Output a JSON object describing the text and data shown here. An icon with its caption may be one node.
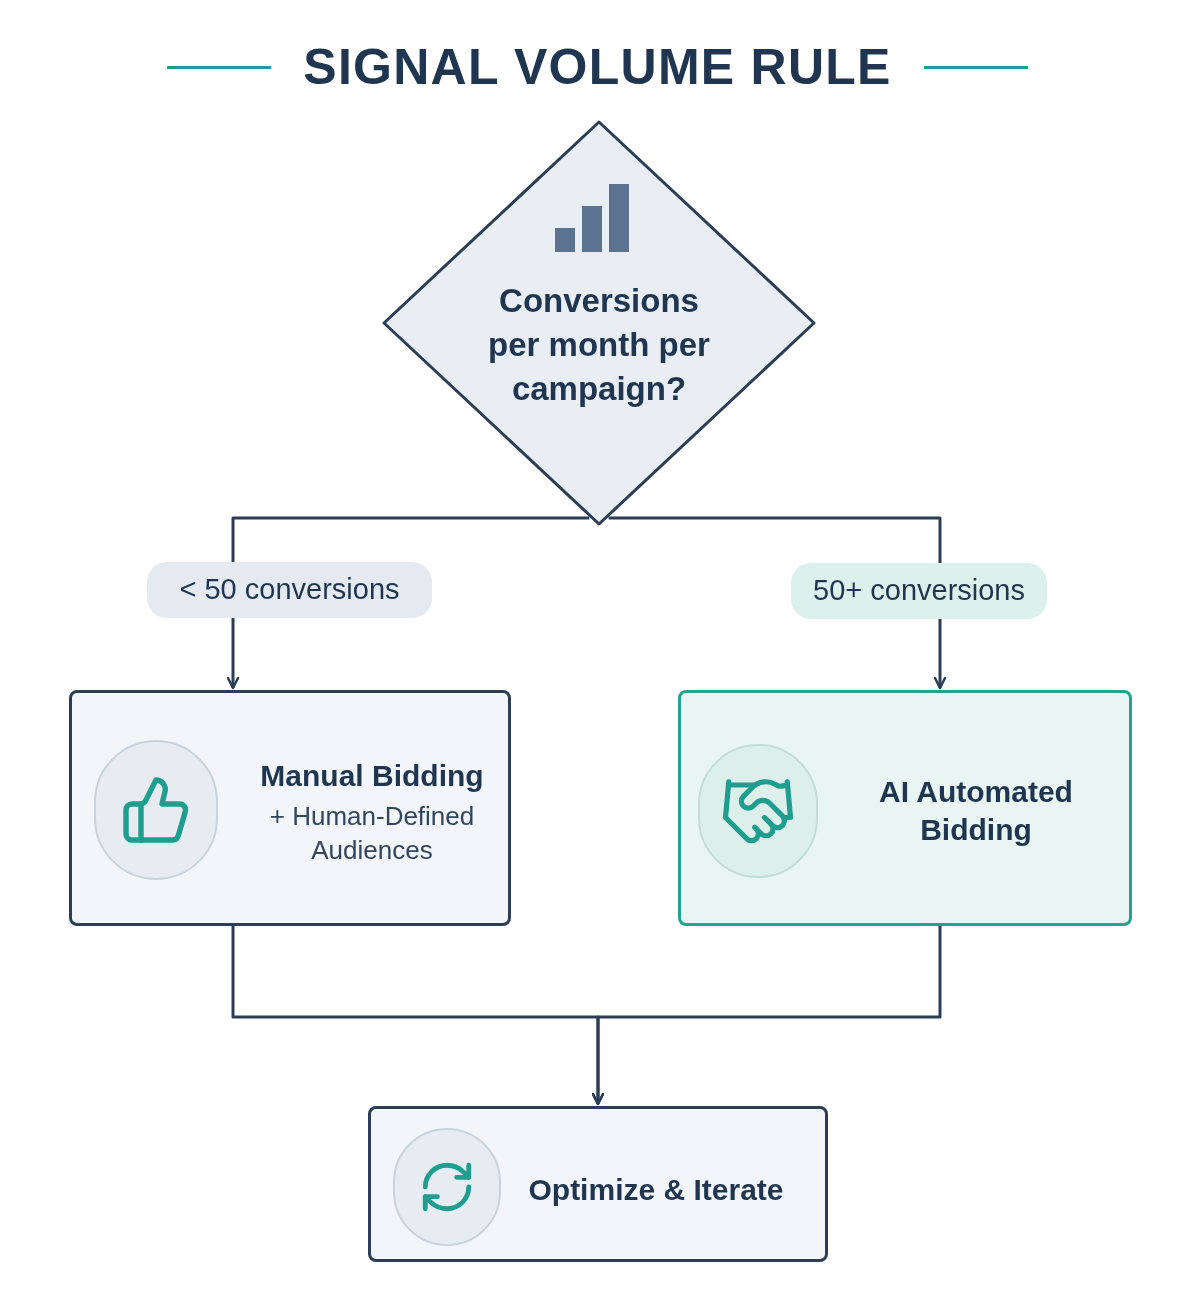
{
  "diagram": {
    "title": "SIGNAL VOLUME RULE",
    "nodes": [
      {
        "text": [
          "Conversions per month per campaign?"
        ]
      },
      {
        "text": [
          "Manual Bidding",
          "+ Human-Defined Audiences"
        ]
      },
      {
        "text": [
          "AI Automated Bidding"
        ]
      },
      {
        "text": [
          "Optimize & Iterate"
        ]
      }
    ],
    "edges": [
      {
        "from": 0,
        "to": 1,
        "arrow": "to",
        "label": "< 50 conversions"
      },
      {
        "from": 0,
        "to": 2,
        "arrow": "to",
        "label": "50+ conversions"
      },
      {
        "from": 1,
        "to": 3,
        "arrow": "to"
      },
      {
        "from": 2,
        "to": 3,
        "arrow": "to"
      }
    ]
  }
}
